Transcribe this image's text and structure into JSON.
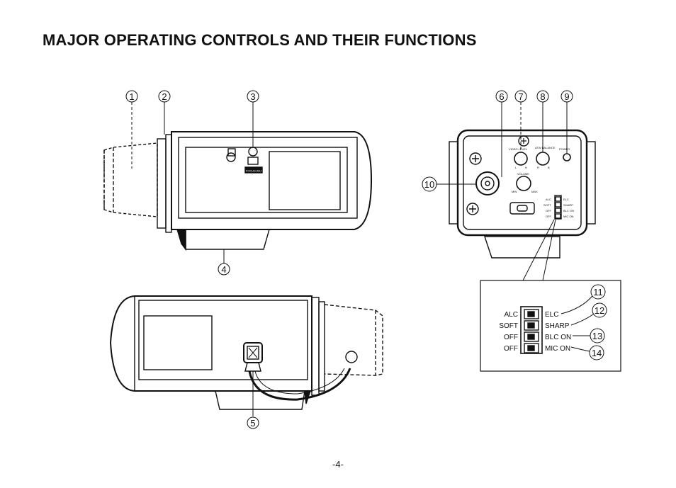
{
  "page": {
    "title": "MAJOR OPERATING CONTROLS AND THEIR FUNCTIONS",
    "page_number": "-4-"
  },
  "callouts": {
    "c1": "1",
    "c2": "2",
    "c3": "3",
    "c4": "4",
    "c5": "5",
    "c6": "6",
    "c7": "7",
    "c8": "8",
    "c9": "9",
    "c10": "10",
    "c11": "11",
    "c12": "12",
    "c13": "13",
    "c14": "14"
  },
  "side_view": {
    "focus_label": "FOCUS ADJ"
  },
  "rear_panel": {
    "video_level": "VIDEO LEVEL",
    "atw_balance": "ATW BALANCE",
    "power": "POWER",
    "volume": "VOLUME",
    "min": "MIN",
    "max": "MAX",
    "l": "L",
    "h": "H",
    "r": "R",
    "b": "B",
    "mini_labels": [
      "ALC",
      "SOFT",
      "OFF",
      "OFF"
    ],
    "mini_right": [
      "ELC",
      "SHARP",
      "BLC ON",
      "MIC ON"
    ]
  },
  "switch_panel": {
    "left_labels": [
      "ALC",
      "SOFT",
      "OFF",
      "OFF"
    ],
    "right_labels": [
      "ELC",
      "SHARP",
      "BLC ON",
      "MIC ON"
    ]
  }
}
